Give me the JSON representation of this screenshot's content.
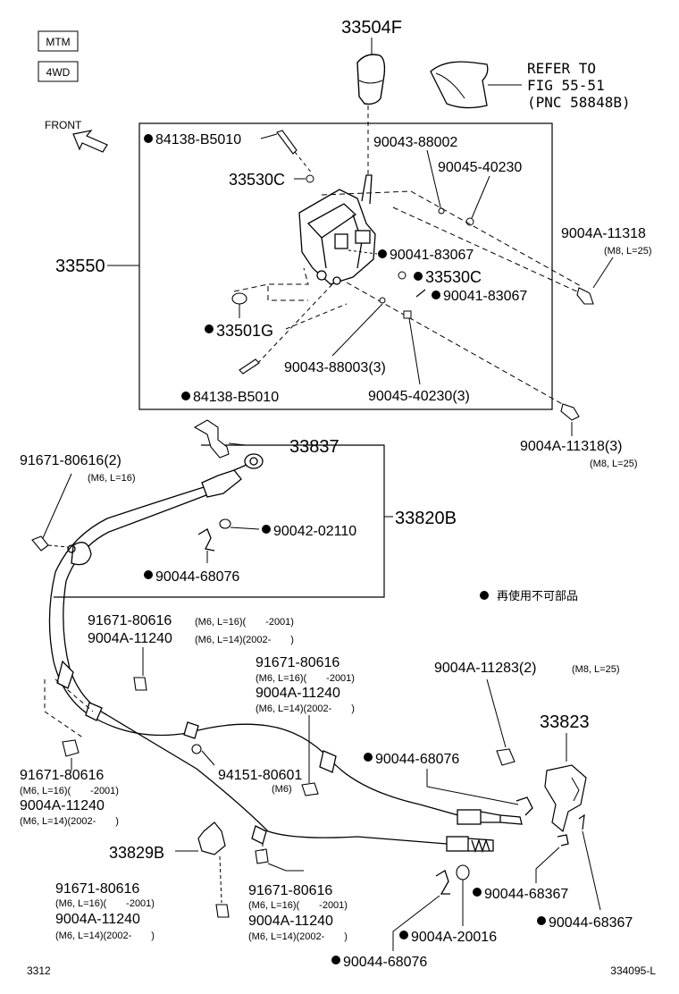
{
  "tags": {
    "tag1": "MTM",
    "tag2": "4WD"
  },
  "front_label": "FRONT",
  "refer": {
    "line1": "REFER TO",
    "line2": "FIG 55-51",
    "line3": "(PNC 58848B)"
  },
  "legend_text": "再使用不可部品",
  "footer": {
    "left": "3312",
    "right": "334095-L"
  },
  "parts": {
    "p33504F": "33504F",
    "p84138_top": "84138-B5010",
    "p90043_88002": "90043-88002",
    "p90045_40230": "90045-40230",
    "p33530C_a": "33530C",
    "p9004A_11318": "9004A-11318",
    "p9004A_11318_sub": "(M8, L=25)",
    "p33550": "33550",
    "p90041_83067_a": "90041-83067",
    "p33530C_b": "33530C",
    "p90041_83067_b": "90041-83067",
    "p33501G": "33501G",
    "p90043_88003": "90043-88003(3)",
    "p84138_bot": "84138-B5010",
    "p90045_40230_3": "90045-40230(3)",
    "p9004A_11318_3": "9004A-11318(3)",
    "p9004A_11318_3_sub": "(M8, L=25)",
    "p91671_2": "91671-80616(2)",
    "p91671_2_sub": "(M6, L=16)",
    "p33837": "33837",
    "p33820B": "33820B",
    "p90042_02110": "90042-02110",
    "p90044_68076_a": "90044-68076",
    "g1_a": "91671-80616",
    "g1_a_sub": "(M6, L=16)(　　-2001)",
    "g1_b": "9004A-11240",
    "g1_b_sub": "(M6, L=14)(2002-　　)",
    "g2_a": "91671-80616",
    "g2_a_sub": "(M6, L=16)(　　-2001)",
    "g2_b": "9004A-11240",
    "g2_b_sub": "(M6, L=14)(2002-　　)",
    "p9004A_11283": "9004A-11283(2)",
    "p9004A_11283_sub": "(M8, L=25)",
    "p33823": "33823",
    "p94151": "94151-80601",
    "p94151_sub": "(M6)",
    "p90044_68076_b": "90044-68076",
    "g3_a": "91671-80616",
    "g3_a_sub": "(M6, L=16)(　　-2001)",
    "g3_b": "9004A-11240",
    "g3_b_sub": "(M6, L=14)(2002-　　)",
    "p33829B": "33829B",
    "p90044_68367_a": "90044-68367",
    "p90044_68367_b": "90044-68367",
    "g4_a": "91671-80616",
    "g4_a_sub": "(M6, L=16)(　　-2001)",
    "g4_b": "9004A-11240",
    "g4_b_sub": "(M6, L=14)(2002-　　)",
    "g5_a": "91671-80616",
    "g5_a_sub": "(M6, L=16)(　　-2001)",
    "g5_b": "9004A-11240",
    "g5_b_sub": "(M6, L=14)(2002-　　)",
    "p9004A_20016": "9004A-20016",
    "p90044_68076_c": "90044-68076"
  }
}
